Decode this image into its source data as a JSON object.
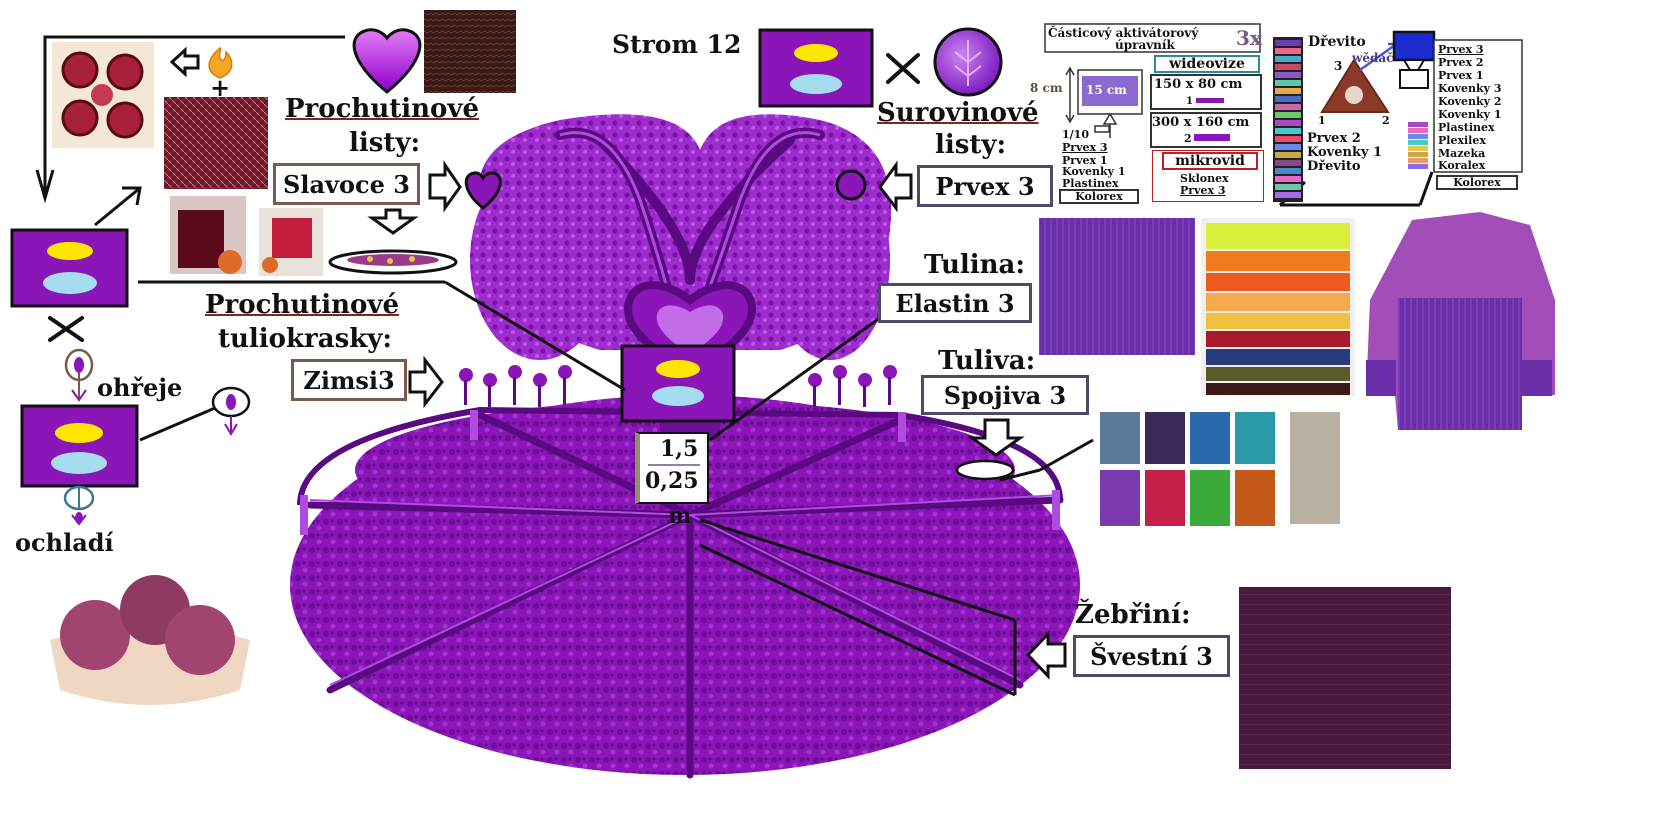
{
  "colors": {
    "purple_main": "#8a16b8",
    "purple_dark": "#5a0a80",
    "purple_light": "#b04be0",
    "sky_blue": "#a6dcef",
    "yellow": "#ffe600",
    "box_border": "#4c4c6a"
  },
  "icons": [
    "heart-icon",
    "circle-icon",
    "arrow-right-icon",
    "arrow-left-icon",
    "arrow-down-icon",
    "flame-icon",
    "cross-icon",
    "seed-icon",
    "tree-core-icon"
  ],
  "labels": {
    "leaves_left_title_1": "Prochutinové",
    "leaves_left_title_2": "listy:",
    "leaves_left_value": "Slavoce 3",
    "leaves_right_title_1": "Surovinové",
    "leaves_right_title_2": "listy:",
    "leaves_right_value": "Prvex 3",
    "flowers_title_1": "Prochutinové",
    "flowers_title_2": "tuliokrasky:",
    "flowers_value": "Zimsi3",
    "strom": "Strom 12",
    "tulina_title": "Tulina:",
    "tulina_value": "Elastin 3",
    "tuliva_title": "Tuliva:",
    "tuliva_value": "Spojiva 3",
    "zebrini_title": "Žebřiní:",
    "zebrini_value": "Švestní 3",
    "heats": "ohřeje",
    "cools": "ochladí",
    "plus": "+",
    "dim_top": "1,5",
    "dim_bottom": "0,25",
    "dim_unit": "m"
  },
  "machine": {
    "title_1": "Částicový aktivátorový",
    "title_2": "úpravník",
    "multiplier": "3x",
    "wideovize": "wideovize",
    "height_label": "8 cm",
    "screen_label": "15 cm",
    "size_1": "150 x 80 cm",
    "size_1_index": "1",
    "size_2": "300 x 160 cm",
    "size_2_index": "2",
    "ratio": "1/10",
    "left_list": [
      "Prvex 3",
      "Prvex 1",
      "Kovenky 1",
      "Plastinex"
    ],
    "left_kolorex": "Kolorex",
    "mikrovid": "mikrovid",
    "mikrovid_items": [
      "Sklonex",
      "Prvex 3"
    ],
    "drevito_top": "Dřevito",
    "bottom_list": [
      "Prvex 2",
      "Kovenky 1",
      "Dřevito"
    ],
    "triangle_labels": [
      "3",
      "1",
      "2"
    ],
    "wedac": "wědač",
    "right_list": [
      "Prvex 3",
      "Prvex 2",
      "Prvex 1",
      "Kovenky 3",
      "Kovenky 2",
      "Kovenky 1",
      "Plastinex",
      "Plexilex",
      "Mazeka",
      "Koralex"
    ],
    "right_kolorex": "Kolorex"
  }
}
